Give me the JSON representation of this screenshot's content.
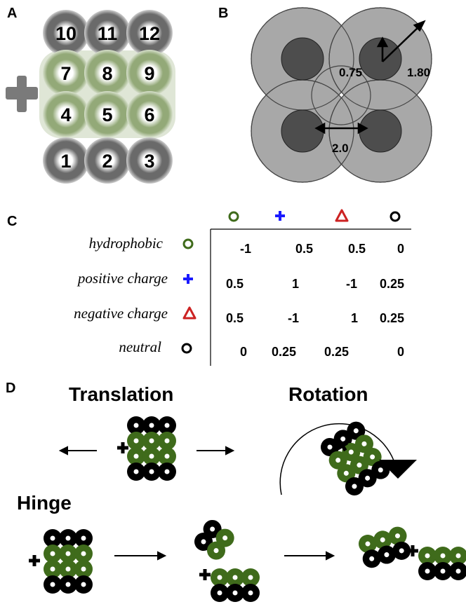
{
  "panelA": {
    "label": "A",
    "positions": [
      {
        "number": "10",
        "kind": "gray"
      },
      {
        "number": "11",
        "kind": "gray"
      },
      {
        "number": "12",
        "kind": "gray"
      },
      {
        "number": "7",
        "kind": "green"
      },
      {
        "number": "8",
        "kind": "green"
      },
      {
        "number": "9",
        "kind": "green"
      },
      {
        "number": "4",
        "kind": "green"
      },
      {
        "number": "5",
        "kind": "green"
      },
      {
        "number": "6",
        "kind": "green"
      },
      {
        "number": "1",
        "kind": "gray"
      },
      {
        "number": "2",
        "kind": "gray"
      },
      {
        "number": "3",
        "kind": "gray"
      }
    ]
  },
  "panelB": {
    "label": "B",
    "inner_radius": "0.75",
    "outer_radius": "1.80",
    "spacing": "2.0"
  },
  "panelC": {
    "label": "C",
    "rows": [
      {
        "label": "hydrophobic",
        "symbol": "green-circle",
        "values": [
          "-1",
          "0.5",
          "0.5",
          "0"
        ]
      },
      {
        "label": "positive charge",
        "symbol": "blue-plus",
        "values": [
          "0.5",
          "1",
          "-1",
          "0.25"
        ]
      },
      {
        "label": "negative charge",
        "symbol": "red-triangle",
        "values": [
          "0.5",
          "-1",
          "1",
          "0.25"
        ]
      },
      {
        "label": "neutral",
        "symbol": "black-circle",
        "values": [
          "0",
          "0.25",
          "0.25",
          "0"
        ]
      }
    ],
    "columns": [
      "green-circle",
      "blue-plus",
      "red-triangle",
      "black-circle"
    ]
  },
  "panelD": {
    "label": "D",
    "translation": "Translation",
    "rotation": "Rotation",
    "hinge": "Hinge"
  },
  "colors": {
    "green": "#3f6b1b",
    "gray_dark": "#4a4a4a",
    "gray_light": "#aaaaaa",
    "blue": "#1a1aff",
    "red": "#cc2222"
  }
}
